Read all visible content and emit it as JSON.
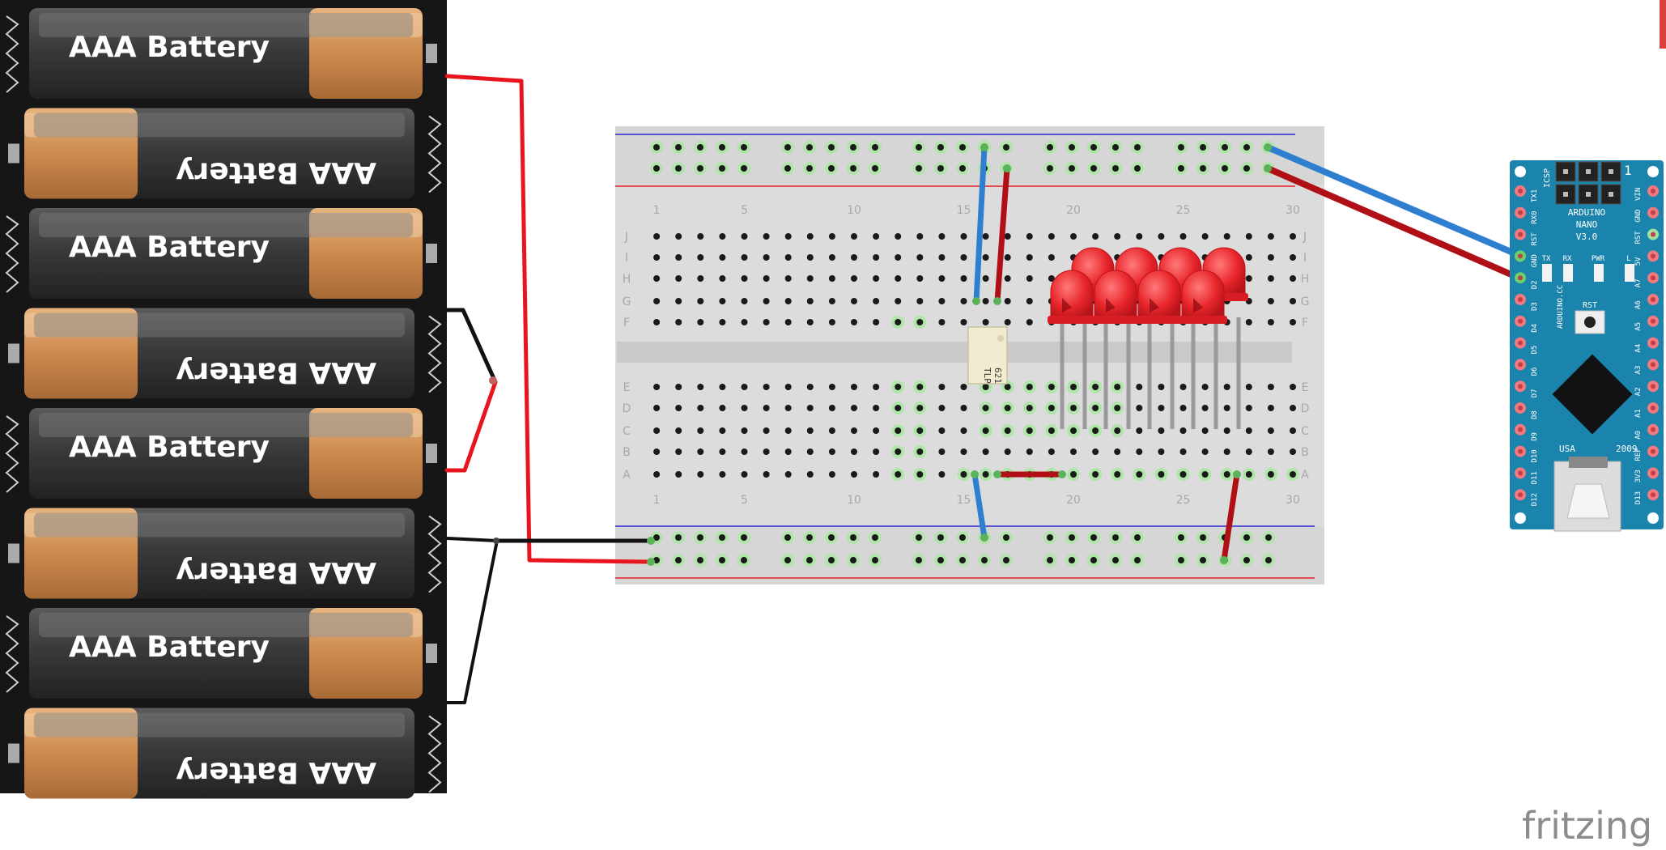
{
  "batteries": {
    "label": "AAA Battery",
    "count": 8
  },
  "breadboard": {
    "row_labels_top": [
      "J",
      "I",
      "H",
      "G",
      "F"
    ],
    "row_labels_bottom": [
      "E",
      "D",
      "C",
      "B",
      "A"
    ],
    "column_numbers": [
      "1",
      "5",
      "10",
      "15",
      "20",
      "25",
      "30"
    ]
  },
  "optocoupler": {
    "label_line1": "TLP",
    "label_line2": "621"
  },
  "leds": {
    "count": 8,
    "color": "#e8262b"
  },
  "arduino": {
    "name_line1": "ARDUINO",
    "name_line2": "NANO",
    "name_line3": "V3.0",
    "site": "ARDUINO.CC",
    "rst_button": "RST",
    "origin": "USA",
    "year": "2009",
    "icsp": "ICSP",
    "pin_one": "1",
    "leds": [
      "TX",
      "RX",
      "PWR",
      "L"
    ],
    "left_pins": [
      "TX1",
      "RX0",
      "RST",
      "GND",
      "D2",
      "D3",
      "D4",
      "D5",
      "D6",
      "D7",
      "D8",
      "D9",
      "D10",
      "D11",
      "D12"
    ],
    "right_pins": [
      "VIN",
      "GND",
      "RST",
      "5V",
      "A7",
      "A6",
      "A5",
      "A4",
      "A3",
      "A2",
      "A1",
      "A0",
      "REF",
      "3V3",
      "D13"
    ]
  },
  "brand": {
    "text": "fritzing"
  },
  "colors": {
    "wire_red": "#e8141e",
    "wire_dark_red": "#b01015",
    "wire_blue": "#2f7fd0",
    "wire_black": "#111111",
    "board_blue": "#1a84ad",
    "breadboard": "#dcdcdc"
  }
}
